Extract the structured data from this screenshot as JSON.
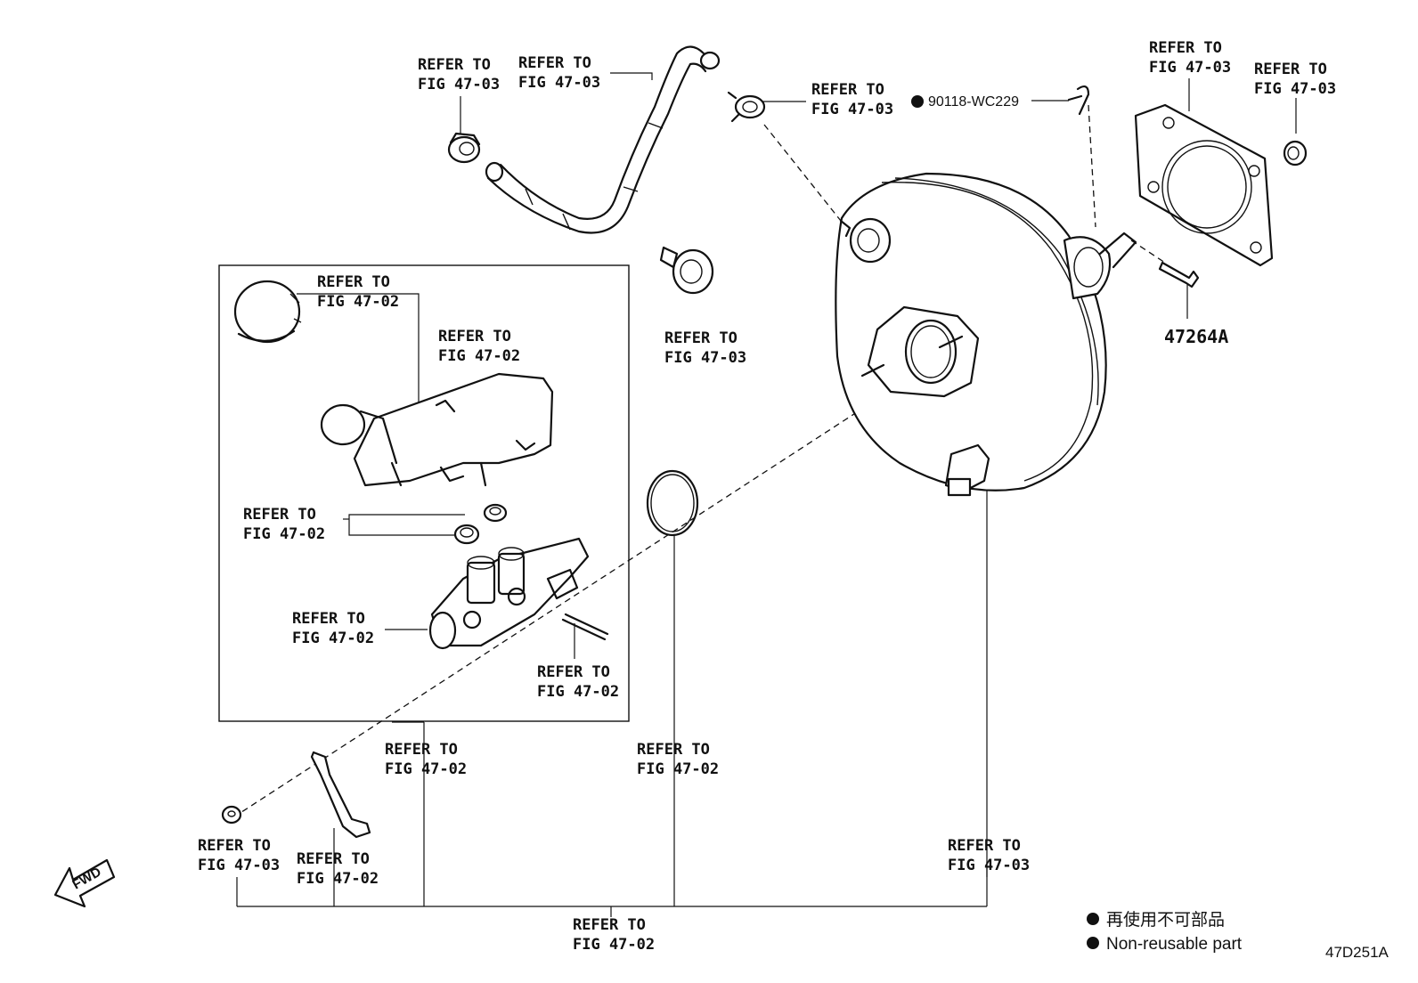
{
  "refs": {
    "fig_47_02": [
      "REFER TO",
      "FIG 47-02"
    ],
    "fig_47_03": [
      "REFER TO",
      "FIG 47-03"
    ]
  },
  "part_numbers": {
    "clip_pin": "90118-WC229",
    "clevis_pin": "47264A"
  },
  "legend": {
    "japanese": "再使用不可部品",
    "english": "Non-reusable part"
  },
  "fwd_label": "FWD",
  "figure_code": "47D251A",
  "colors": {
    "line": "#111111",
    "background": "#ffffff"
  }
}
